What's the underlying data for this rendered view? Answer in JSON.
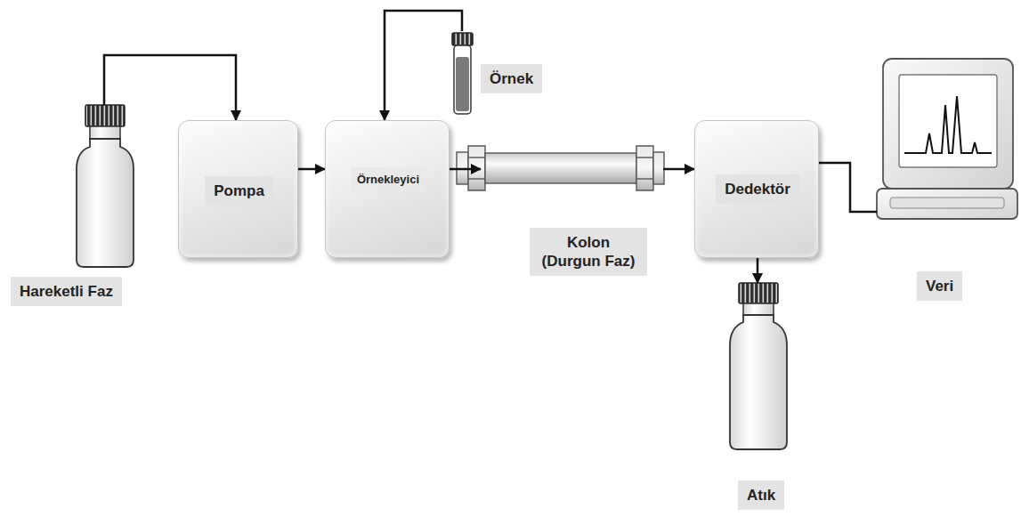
{
  "diagram": {
    "nodes": [
      {
        "text": [
          "Hareketli Faz"
        ]
      },
      {
        "text": [
          "Pompa"
        ]
      },
      {
        "text": [
          "Örnekleyici"
        ]
      },
      {
        "text": [
          "Örnek"
        ]
      },
      {
        "text": [
          "Kolon (Durgun Faz)"
        ]
      },
      {
        "text": [
          "Dedektör"
        ]
      },
      {
        "text": [
          "Atık"
        ]
      },
      {
        "text": [
          "Veri"
        ]
      }
    ],
    "edges": [
      {
        "from": 0,
        "to": 1,
        "arrow": "to"
      },
      {
        "from": 1,
        "to": 2,
        "arrow": "to"
      },
      {
        "from": 3,
        "to": 2,
        "arrow": "to"
      },
      {
        "from": 2,
        "to": 4,
        "arrow": "to"
      },
      {
        "from": 4,
        "to": 5,
        "arrow": "to"
      },
      {
        "from": 5,
        "to": 6,
        "arrow": "to"
      },
      {
        "from": 5,
        "to": 7,
        "arrow": "none"
      }
    ]
  }
}
